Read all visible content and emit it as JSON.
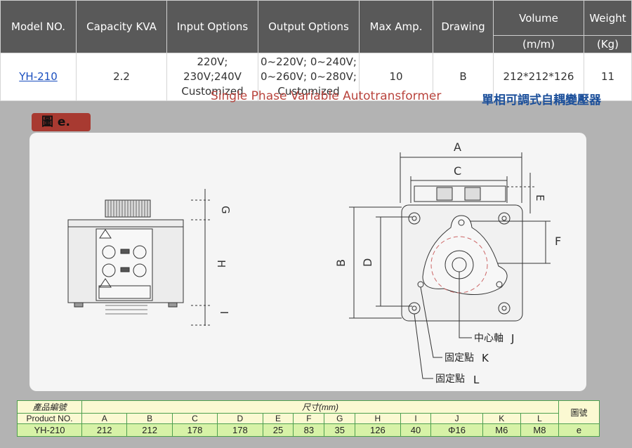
{
  "spec_table": {
    "headers": {
      "model": "Model NO.",
      "capacity": "Capacity KVA",
      "input": "Input Options",
      "output": "Output Options",
      "max_amp": "Max Amp.",
      "drawing": "Drawing",
      "volume_line1": "Volume",
      "volume_line2": "(m/m)",
      "weight_line1": "Weight",
      "weight_line2": "(Kg)"
    },
    "row": {
      "model": "YH-210",
      "capacity": "2.2",
      "input_l1": "220V;",
      "input_l2": "230V;240V",
      "input_l3": "Customized",
      "output_l1": "0~220V; 0~240V;",
      "output_l2": "0~260V; 0~280V;",
      "output_l3": "Customized",
      "max_amp": "10",
      "drawing": "B",
      "volume": "212*212*126",
      "weight": "11"
    }
  },
  "titles": {
    "english": "Single Phase Variable Autotransformer",
    "chinese": "單相可調式自耦變壓器",
    "figure_tab": "圖 e."
  },
  "drawing": {
    "dim_labels": {
      "A": "A",
      "B": "B",
      "C": "C",
      "D": "D",
      "E": "E",
      "F": "F",
      "G": "G",
      "H": "H",
      "I": "I",
      "J": "J",
      "K": "K",
      "L": "L"
    },
    "callouts": {
      "center_shaft": "中心軸",
      "fix_point_k": "固定點",
      "fix_point_l": "固定點"
    }
  },
  "dim_table": {
    "col1_head_zh": "產品編號",
    "col1_head_en": "Product NO.",
    "size_head": "尺寸(mm)",
    "fig_head": "圖號",
    "columns": [
      "A",
      "B",
      "C",
      "D",
      "E",
      "F",
      "G",
      "H",
      "I",
      "J",
      "K",
      "L"
    ],
    "product": "YH-210",
    "values": [
      "212",
      "212",
      "178",
      "178",
      "25",
      "83",
      "35",
      "126",
      "40",
      "Φ16",
      "M6",
      "M8"
    ],
    "figure": "e"
  }
}
